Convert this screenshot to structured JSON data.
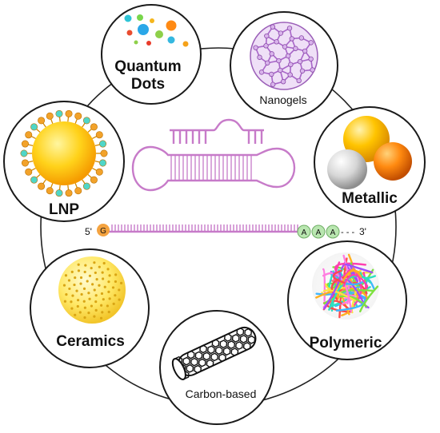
{
  "nodes": {
    "quantum_dots": {
      "line1": "Quantum",
      "line2": "Dots"
    },
    "nanogels": {
      "label": "Nanogels"
    },
    "lnp": {
      "label": "LNP"
    },
    "metallic": {
      "label": "Metallic"
    },
    "ceramics": {
      "label": "Ceramics"
    },
    "polymeric": {
      "label": "Polymeric"
    },
    "carbon_based": {
      "label": "Carbon-based"
    }
  },
  "mrna": {
    "five_prime": "5'",
    "cap": "G",
    "tail": [
      "A",
      "A",
      "A"
    ],
    "tail_dashes": "- - -",
    "three_prime": "3'"
  },
  "colors": {
    "rna": "#c77bc9",
    "cap": "#f4a340",
    "tail": "#b9e6b0",
    "circle_stroke": "#1a1a1a",
    "ring": "#222222"
  }
}
